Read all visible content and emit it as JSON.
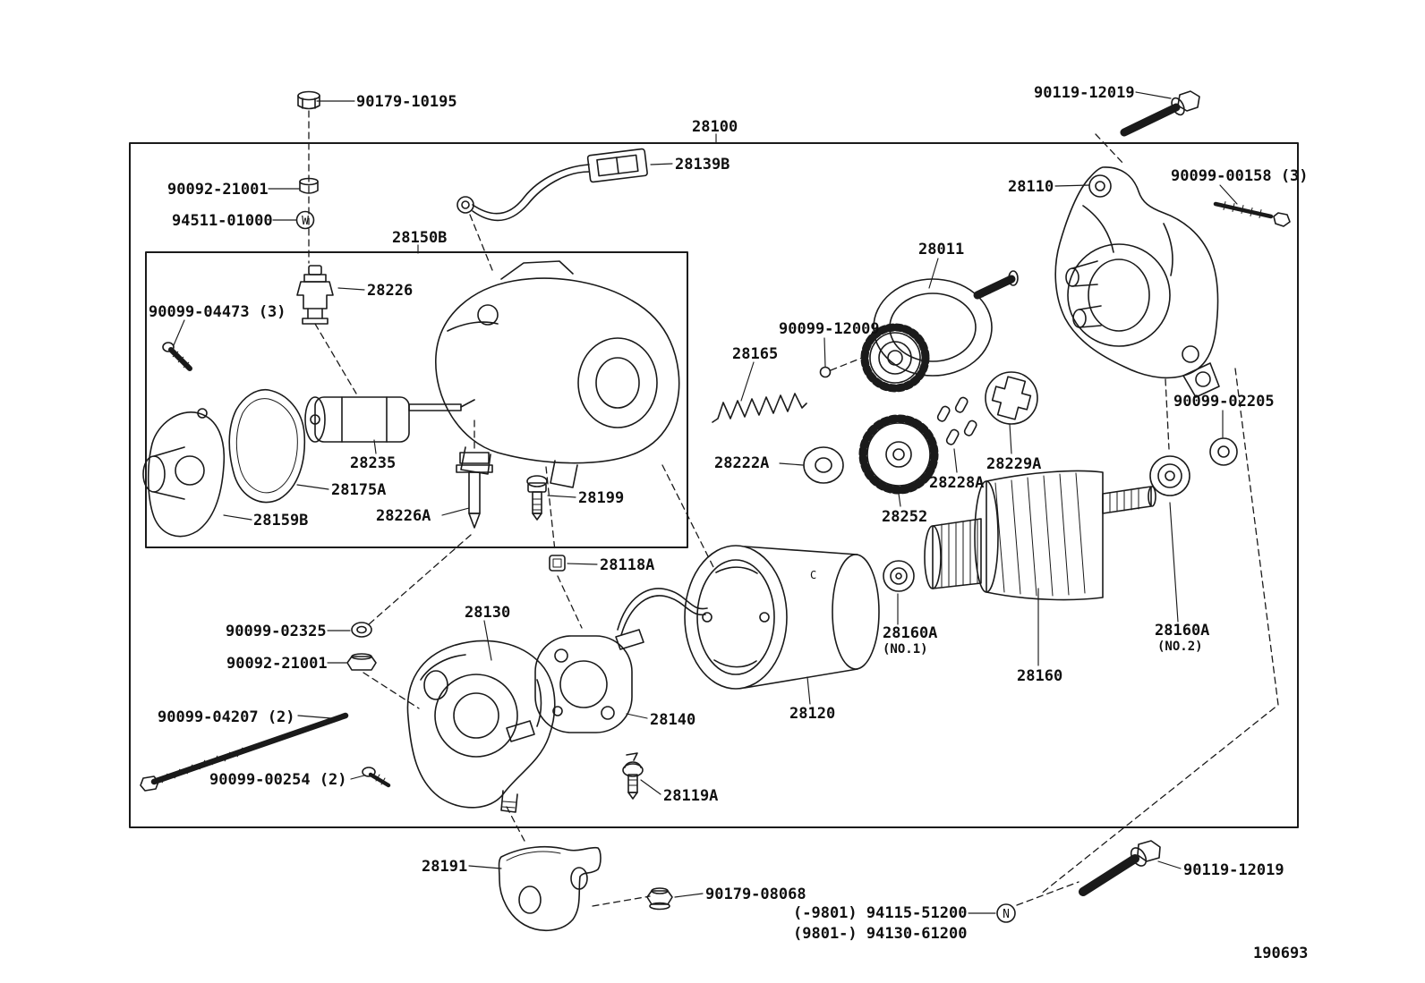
{
  "diagram": {
    "assembly_number": "28100",
    "drawing_number": "190693",
    "subassembly_box": "28150B"
  },
  "colors": {
    "ink": "#1a1a1a",
    "background": "#ffffff"
  },
  "symbols": {
    "w": "W",
    "n": "N",
    "c": "C"
  },
  "labels": [
    {
      "text": "90179-10195"
    },
    {
      "text": "90092-21001"
    },
    {
      "text": "94511-01000"
    },
    {
      "text": "28150B"
    },
    {
      "text": "28226"
    },
    {
      "text": "90099-04473 (3)"
    },
    {
      "text": "28235"
    },
    {
      "text": "28175A"
    },
    {
      "text": "28159B"
    },
    {
      "text": "28226A"
    },
    {
      "text": "28199"
    },
    {
      "text": "28118A"
    },
    {
      "text": "90099-02325"
    },
    {
      "text": "90092-21001"
    },
    {
      "text": "28130"
    },
    {
      "text": "90099-04207 (2)"
    },
    {
      "text": "90099-00254 (2)"
    },
    {
      "text": "28191"
    },
    {
      "text": "90179-08068"
    },
    {
      "text": "28119A"
    },
    {
      "text": "28140"
    },
    {
      "text": "28120"
    },
    {
      "text": "28139B"
    },
    {
      "text": "28100"
    },
    {
      "text": "28011"
    },
    {
      "text": "90099-12009"
    },
    {
      "text": "28165"
    },
    {
      "text": "28222A"
    },
    {
      "text": "28228A"
    },
    {
      "text": "28229A"
    },
    {
      "text": "28252"
    },
    {
      "text": "28160A"
    },
    {
      "text": "(NO.1)"
    },
    {
      "text": "28160A"
    },
    {
      "text": "(NO.2)"
    },
    {
      "text": "28160"
    },
    {
      "text": "28110"
    },
    {
      "text": "90119-12019"
    },
    {
      "text": "90099-00158 (3)"
    },
    {
      "text": "90099-02205"
    },
    {
      "text": "90119-12019"
    },
    {
      "text": "(-9801) 94115-51200"
    },
    {
      "text": "(9801-) 94130-61200"
    },
    {
      "text": "190693"
    }
  ]
}
